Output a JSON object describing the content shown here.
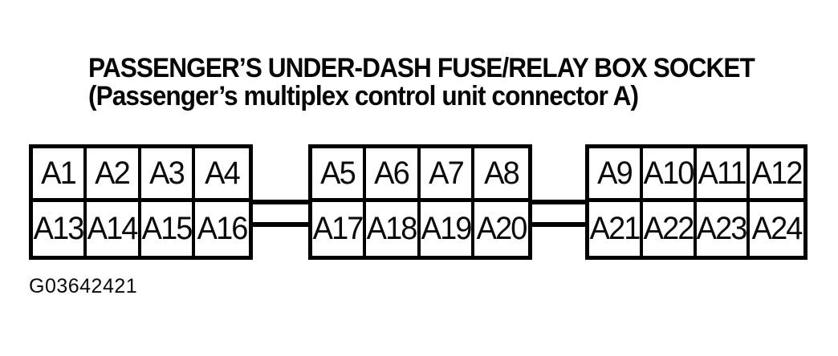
{
  "title": "PASSENGER’S UNDER-DASH FUSE/RELAY BOX SOCKET",
  "subtitle": "(Passenger’s multiplex control unit connector A)",
  "figure_code": "G03642421",
  "colors": {
    "ink": "#000000",
    "paper": "#ffffff"
  },
  "connector": {
    "blocks": [
      {
        "name": "left-block",
        "rows": [
          [
            "A1",
            "A2",
            "A3",
            "A4"
          ],
          [
            "A13",
            "A14",
            "A15",
            "A16"
          ]
        ]
      },
      {
        "name": "middle-block",
        "rows": [
          [
            "A5",
            "A6",
            "A7",
            "A8"
          ],
          [
            "A17",
            "A18",
            "A19",
            "A20"
          ]
        ]
      },
      {
        "name": "right-block",
        "rows": [
          [
            "A9",
            "A10",
            "A11",
            "A12"
          ],
          [
            "A21",
            "A22",
            "A23",
            "A24"
          ]
        ]
      }
    ]
  }
}
